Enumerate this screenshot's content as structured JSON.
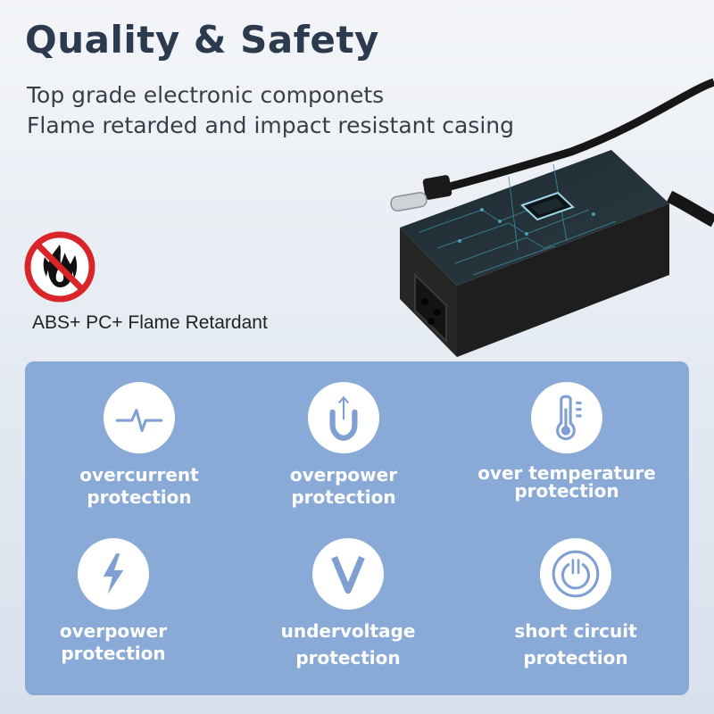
{
  "header": {
    "title": "Quality & Safety",
    "line1": "Top grade electronic componets",
    "line2": "Flame retarded and impact resistant casing"
  },
  "material": {
    "label": "ABS+ PC+ Flame Retardant",
    "icon": "no-fire-icon"
  },
  "features": [
    {
      "icon": "current-pulse-icon",
      "line1": "overcurrent",
      "line2": "protection"
    },
    {
      "icon": "power-magnet-icon",
      "line1": "overpower",
      "line2": "protection"
    },
    {
      "icon": "thermometer-icon",
      "line1": "over temperature",
      "line2": "protection"
    },
    {
      "icon": "lightning-bolt-icon",
      "line1": "overpower",
      "line2": "protection"
    },
    {
      "icon": "voltage-v-icon",
      "line1": "undervoltage",
      "line2": "protection"
    },
    {
      "icon": "power-button-icon",
      "line1": "short circuit",
      "line2": "protection"
    }
  ],
  "colors": {
    "title": "#2b3a4f",
    "panel": "#89a9d7",
    "icon_stroke": "#7f9fd2",
    "prohibition_red": "#d9252a"
  }
}
